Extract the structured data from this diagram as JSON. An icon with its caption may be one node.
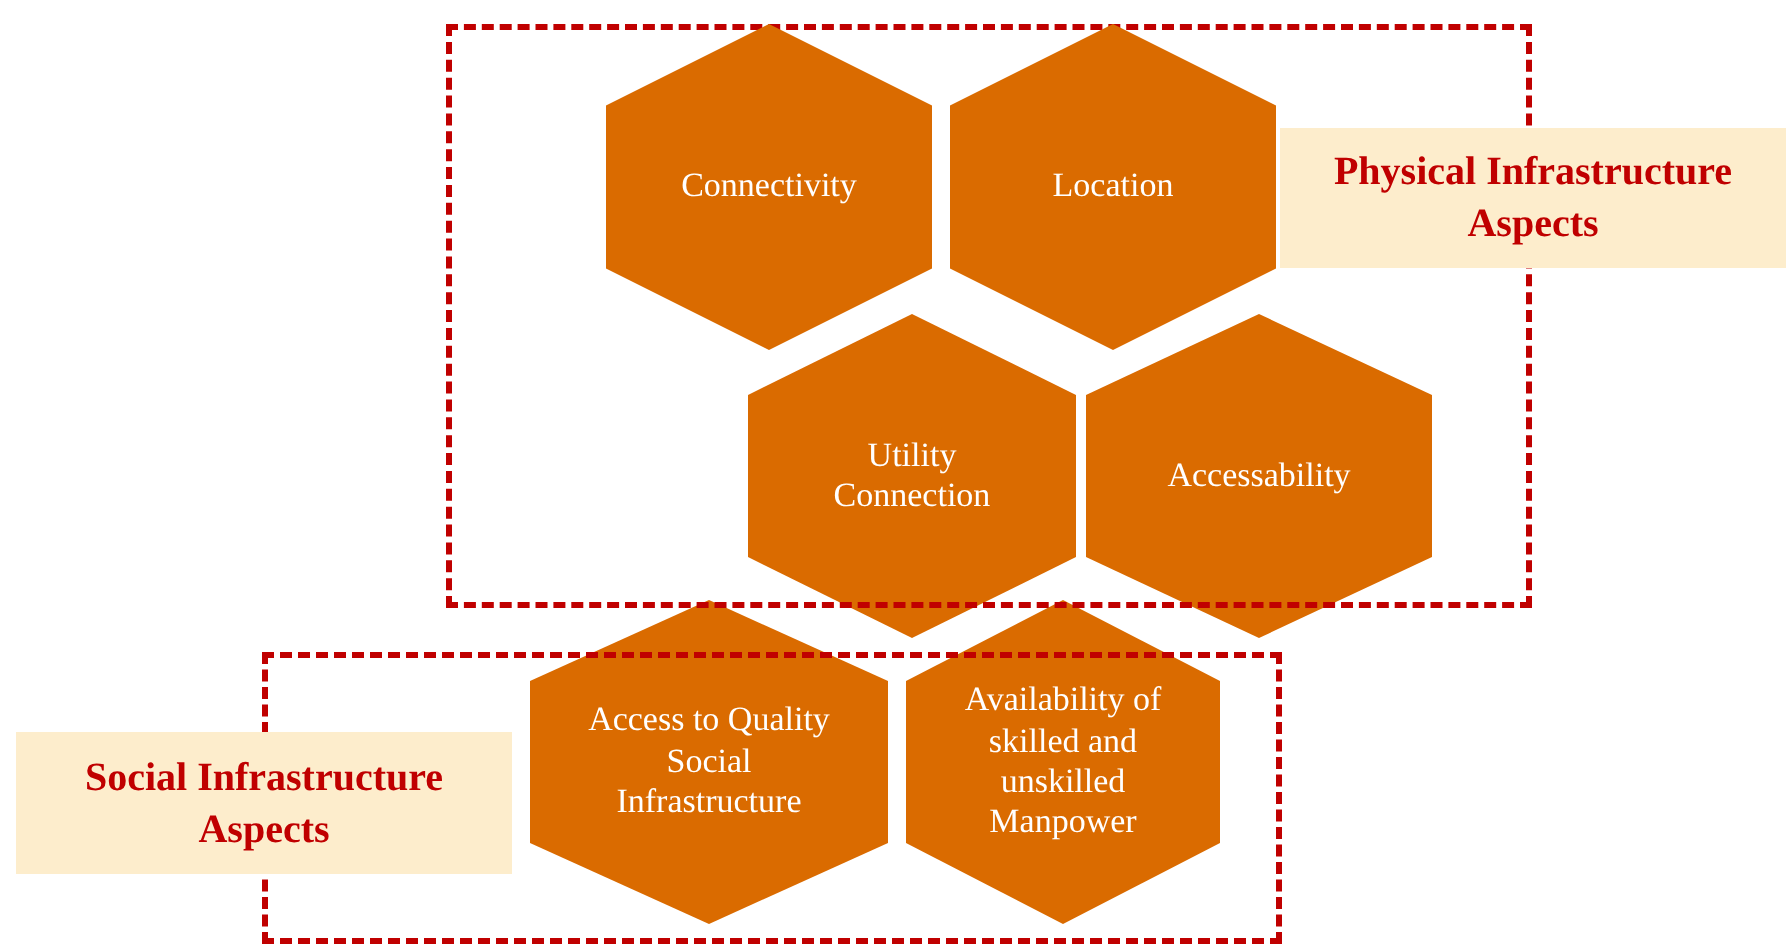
{
  "diagram": {
    "nodes": [
      {
        "text": [
          "Physical Infrastructure Aspects"
        ]
      },
      {
        "text": [
          "Connectivity"
        ],
        "in": 0
      },
      {
        "text": [
          "Location"
        ],
        "in": 0
      },
      {
        "text": [
          "Utility Connection"
        ]
      },
      {
        "text": [
          "Accessability"
        ]
      },
      {
        "text": [
          "Social Infrastructure Aspects"
        ]
      },
      {
        "text": [
          "Access to Quality Social Infrastructure"
        ]
      },
      {
        "text": [
          "Availability of skilled and unskilled Manpower"
        ]
      }
    ]
  }
}
